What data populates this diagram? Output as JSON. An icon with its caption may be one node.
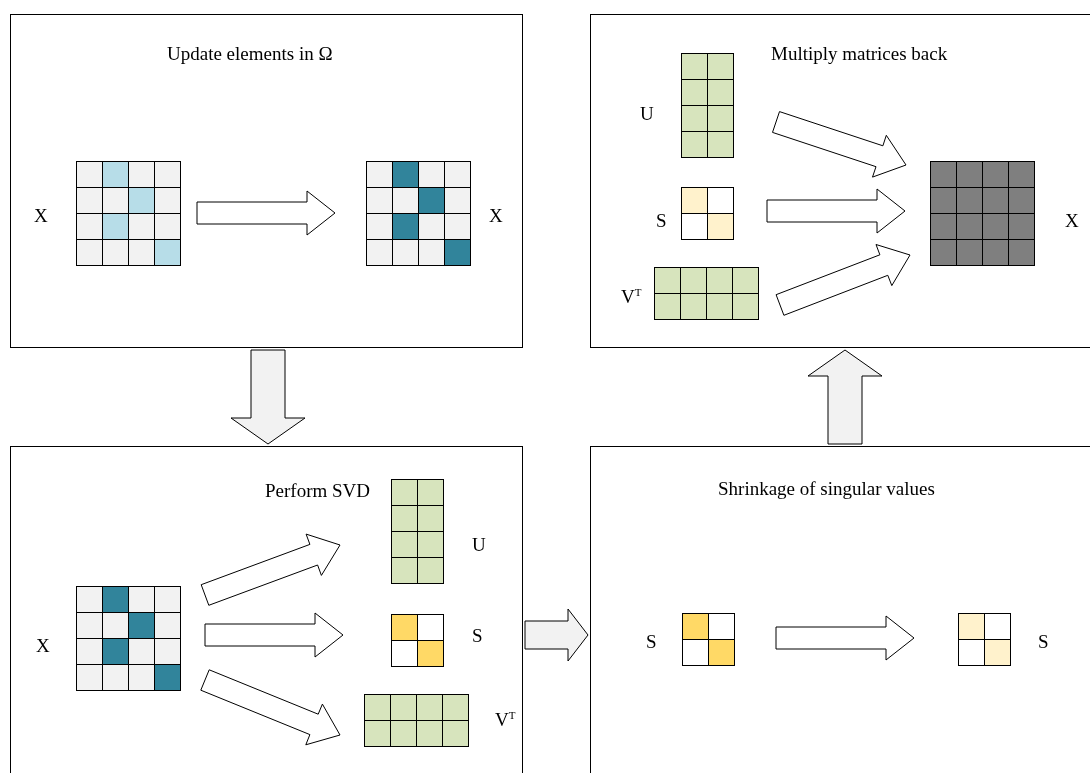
{
  "diagram": {
    "nodes": [
      {
        "text": [
          "Update elements in Ω"
        ]
      },
      {
        "text": [],
        "shape": "grid",
        "in": 0,
        "beside": [
          "X"
        ]
      },
      {
        "text": [],
        "shape": "grid",
        "in": 0,
        "beside": [
          "X"
        ]
      },
      {
        "text": [
          "Multiply matrices back"
        ]
      },
      {
        "text": [],
        "shape": "grid",
        "in": 3,
        "beside": [
          "U"
        ]
      },
      {
        "text": [],
        "shape": "grid",
        "in": 3,
        "beside": [
          "S"
        ]
      },
      {
        "text": [],
        "shape": "grid",
        "in": 3,
        "beside": [
          "V$^{T}$"
        ]
      },
      {
        "text": [],
        "shape": "grid",
        "in": 3,
        "beside": [
          "X"
        ]
      },
      {
        "text": [
          "Perform SVD"
        ]
      },
      {
        "text": [],
        "shape": "grid",
        "in": 8,
        "beside": [
          "X"
        ]
      },
      {
        "text": [],
        "shape": "grid",
        "in": 8,
        "beside": [
          "U"
        ]
      },
      {
        "text": [],
        "shape": "grid",
        "in": 8,
        "beside": [
          "S"
        ]
      },
      {
        "text": [],
        "shape": "grid",
        "in": 8,
        "beside": [
          "V$^{T}$"
        ]
      },
      {
        "text": [
          "Shrinkage of singular values"
        ]
      },
      {
        "text": [],
        "shape": "grid",
        "in": 13,
        "beside": [
          "S"
        ]
      },
      {
        "text": [],
        "shape": "grid",
        "in": 13,
        "beside": [
          "S"
        ]
      }
    ],
    "edges": [
      {
        "from": 1,
        "to": 2,
        "arrow": "to"
      },
      {
        "from": 4,
        "to": 7,
        "arrow": "to"
      },
      {
        "from": 5,
        "to": 7,
        "arrow": "to"
      },
      {
        "from": 6,
        "to": 7,
        "arrow": "to"
      },
      {
        "from": 0,
        "to": 8,
        "arrow": "to"
      },
      {
        "from": 9,
        "to": 10,
        "arrow": "to"
      },
      {
        "from": 9,
        "to": 11,
        "arrow": "to"
      },
      {
        "from": 9,
        "to": 12,
        "arrow": "to"
      },
      {
        "from": 8,
        "to": 13,
        "arrow": "to"
      },
      {
        "from": 13,
        "to": 3,
        "arrow": "to"
      },
      {
        "from": 14,
        "to": 15,
        "arrow": "to"
      }
    ]
  }
}
